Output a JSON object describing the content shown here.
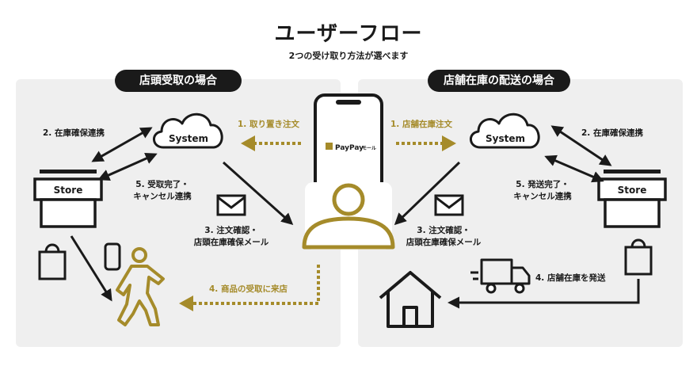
{
  "header": {
    "title": "ユーザーフロー",
    "subtitle": "2つの受け取り方法が選べます"
  },
  "left": {
    "heading": "店頭受取の場合",
    "label_inventory": "2. 在庫確保連携",
    "label_complete_1": "5. 受取完了・",
    "label_complete_2": "キャンセル連携",
    "label_confirm_1": "3. 注文確認・",
    "label_confirm_2": "店頭在庫確保メール",
    "label_reserve": "1. 取り置き注文",
    "label_pickup": "4. 商品の受取に来店"
  },
  "right": {
    "heading": "店舗在庫の配送の場合",
    "label_order": "1. 店舗在庫注文",
    "label_inventory": "2. 在庫確保連携",
    "label_shipped_1": "5. 発送完了・",
    "label_shipped_2": "キャンセル連携",
    "label_confirm_1": "3. 注文確認・",
    "label_confirm_2": "店頭在庫確保メール",
    "label_ship": "4. 店舗在庫を発送"
  },
  "nodes": {
    "system": "System",
    "store": "Store",
    "phone_brand": "PayPay",
    "phone_brand_suffix": "モール"
  },
  "colors": {
    "gold": "#a58b2a",
    "dark": "#1a1a1a",
    "panel": "#efefef"
  }
}
